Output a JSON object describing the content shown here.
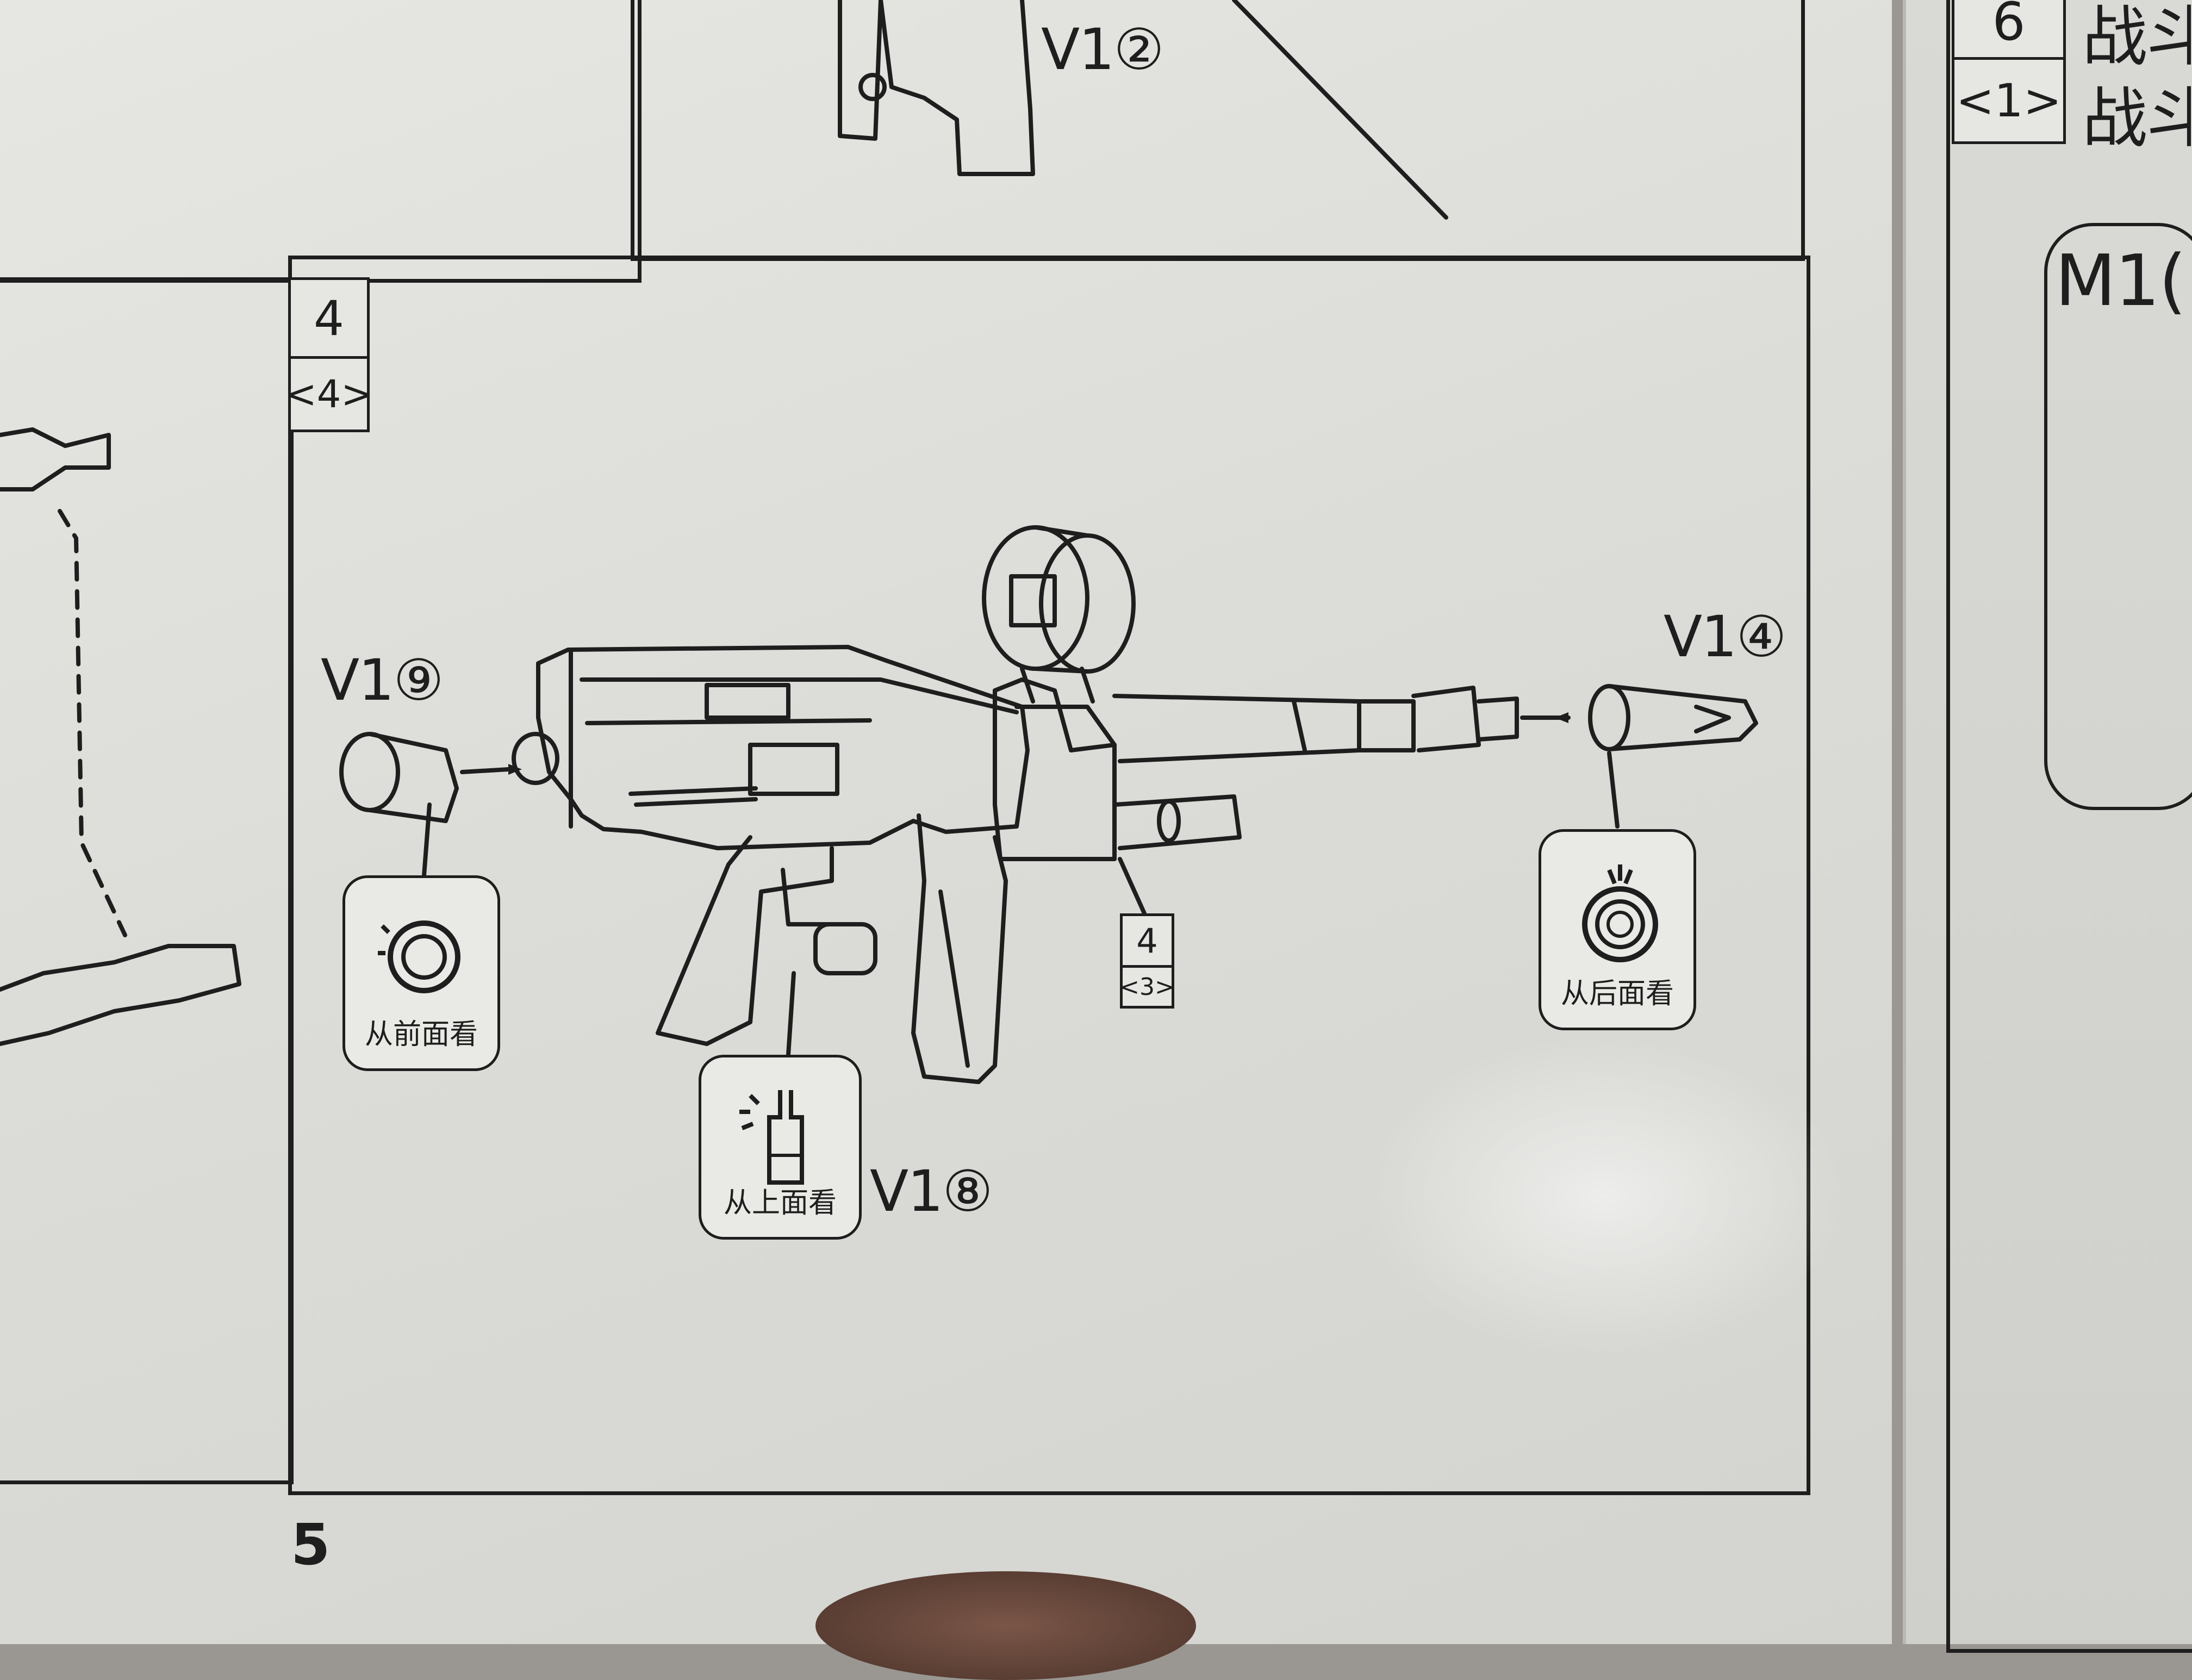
{
  "page_number": "5",
  "step_main": {
    "number": "4",
    "sub": "<4>"
  },
  "step_sub_assembly": {
    "number": "4",
    "sub": "<3>"
  },
  "step_next": {
    "number": "6",
    "sub": "<1>",
    "title_partial_1": "战斗",
    "title_partial_2": "战斗"
  },
  "part_labels": {
    "top": "V1②",
    "rear_cap": "V1⑨",
    "muzzle": "V1④",
    "sight": "V1⑧",
    "next_panel": "M1("
  },
  "callouts": {
    "front_view": "从前面看",
    "top_view": "从上面看",
    "back_view": "从后面看"
  }
}
